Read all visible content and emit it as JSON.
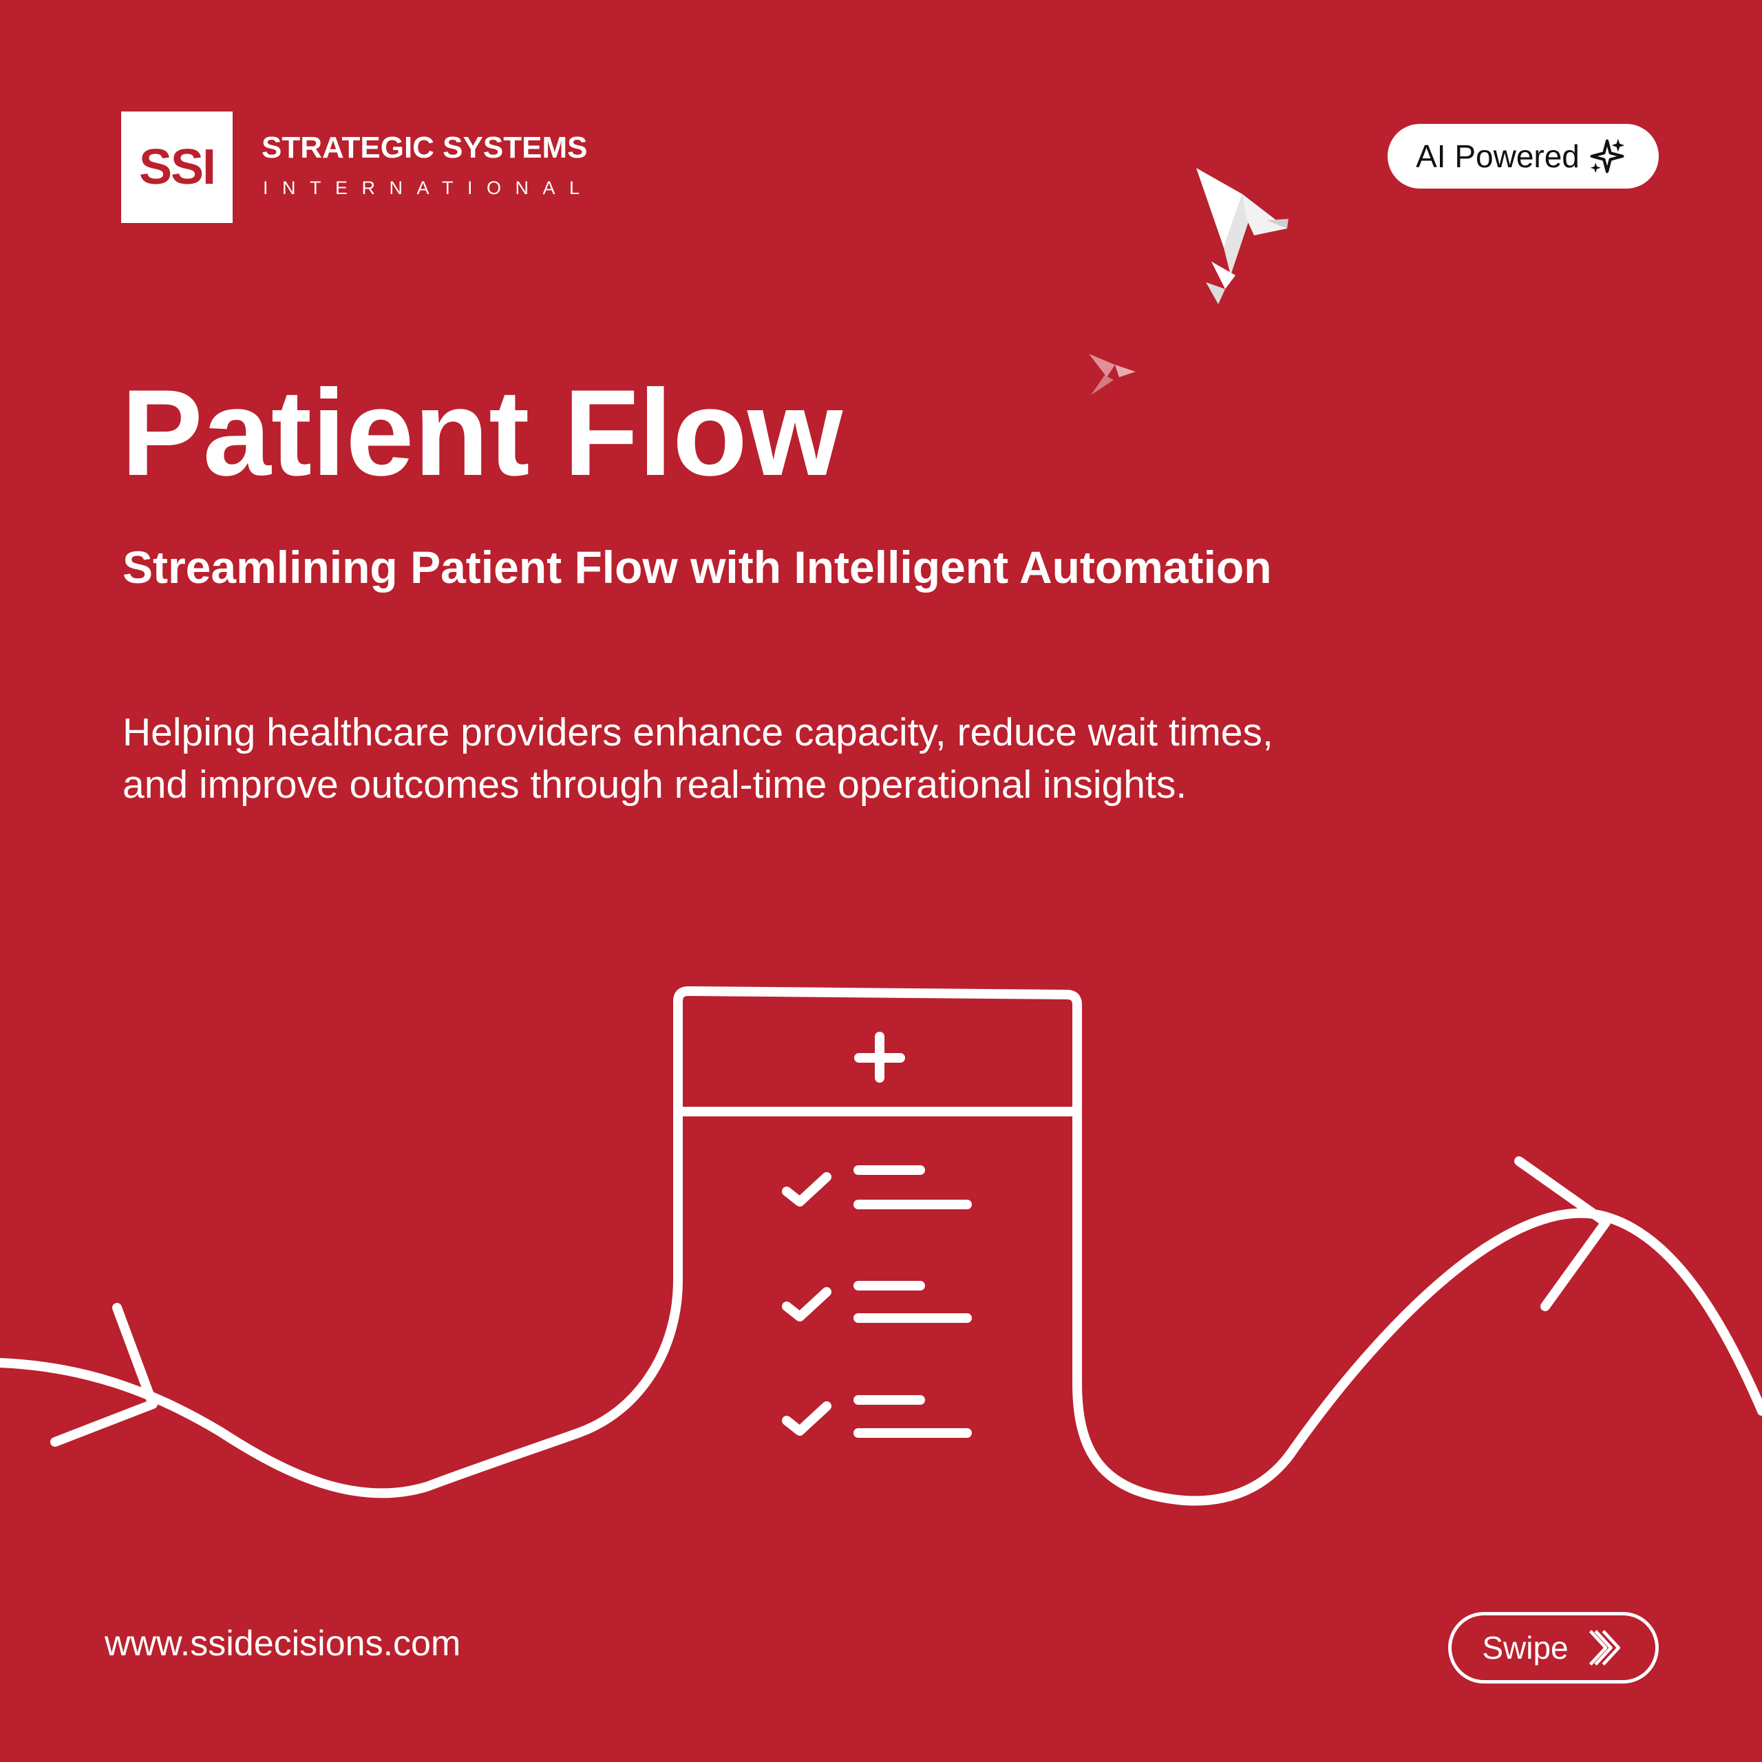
{
  "brand": {
    "logo_mark": "SSI",
    "name": "STRATEGIC SYSTEMS",
    "sub": "INTERNATIONAL"
  },
  "badge": {
    "label": "AI Powered",
    "icon": "sparkle-icon"
  },
  "hero": {
    "title": "Patient Flow",
    "subtitle": "Streamlining Patient Flow with Intelligent Automation",
    "description_line1": "Helping healthcare providers enhance capacity, reduce wait times,",
    "description_line2": "and improve outcomes through real-time operational insights."
  },
  "illustration": {
    "checklist_icon": "medical-checklist-icon",
    "decor": [
      "origami-bird-icon",
      "flow-path-arrow"
    ]
  },
  "footer": {
    "website": "www.ssidecisions.com",
    "swipe_label": "Swipe",
    "swipe_icon": "double-chevron-right-icon"
  },
  "colors": {
    "background": "#BA202D",
    "foreground": "#FFFFFF",
    "badge_text": "#111111"
  }
}
